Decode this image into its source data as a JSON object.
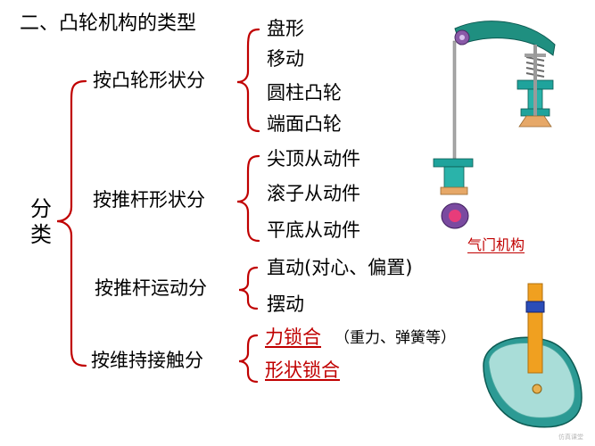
{
  "title": "二、凸轮机构的类型",
  "root": {
    "line1": "分",
    "line2": "类"
  },
  "groups": [
    {
      "label": "按凸轮形状分",
      "items": [
        "盘形",
        "移动",
        "圆柱凸轮",
        "端面凸轮"
      ]
    },
    {
      "label": "按推杆形状分",
      "items": [
        "尖顶从动件",
        "滚子从动件",
        "平底从动件"
      ]
    },
    {
      "label": "按推杆运动分",
      "items": [
        "直动(对心、偏置)",
        "摆动"
      ]
    },
    {
      "label": "按维持接触分",
      "items": [
        "力锁合",
        "形状锁合"
      ],
      "note": "（重力、弹簧等）"
    }
  ],
  "figure_caption": "气门机构",
  "watermark": "仿真课堂",
  "colors": {
    "text": "#000000",
    "accent_red": "#c00000",
    "cam_teal": "#1a8f8a",
    "pushrod_orange": "#f0a020"
  }
}
